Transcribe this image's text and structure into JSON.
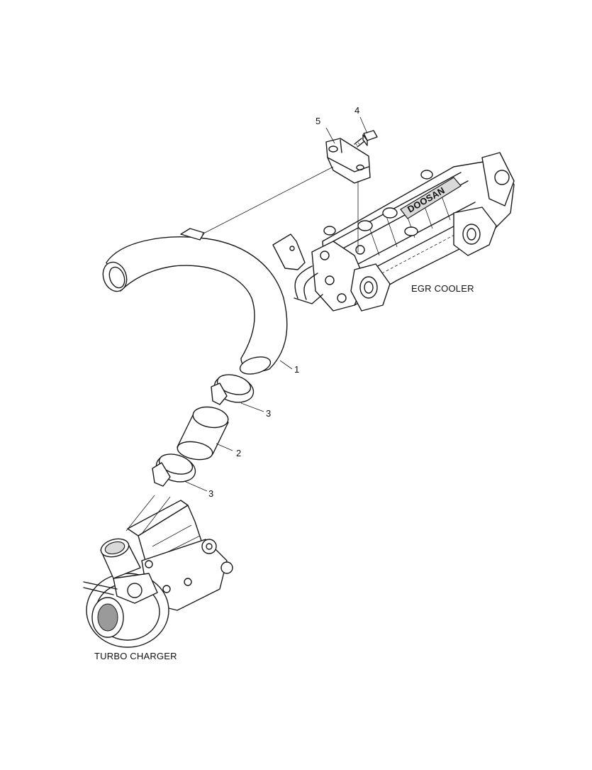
{
  "diagram": {
    "callouts": {
      "pipe": "1",
      "hose": "2",
      "clamp_upper": "3",
      "clamp_lower": "3",
      "bolt": "4",
      "bracket": "5"
    },
    "labels": {
      "egr_cooler": "EGR COOLER",
      "turbo_charger": "TURBO CHARGER"
    },
    "cooler_brand": "DOOSAN",
    "colors": {
      "line": "#1a1a1a",
      "background": "#ffffff",
      "shading": "#d9d9d9"
    }
  }
}
